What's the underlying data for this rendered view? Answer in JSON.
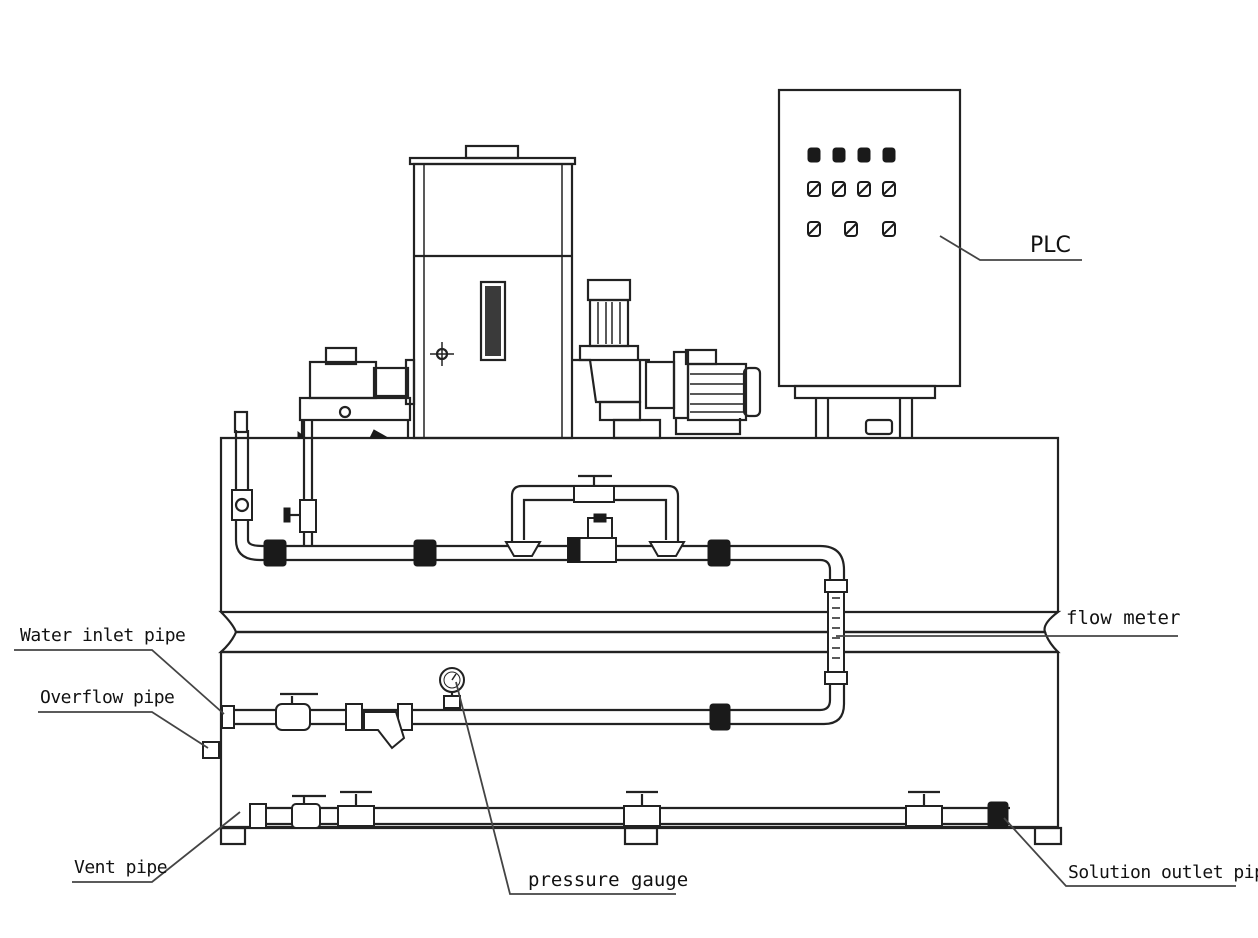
{
  "labels": {
    "plc": "PLC",
    "flow_meter": "flow meter",
    "water_inlet_pipe": "Water inlet pipe",
    "overflow_pipe": "Overflow pipe",
    "vent_pipe": "Vent pipe",
    "pressure_gauge": "pressure gauge",
    "solution_outlet_pipe": "Solution outlet pipe"
  }
}
